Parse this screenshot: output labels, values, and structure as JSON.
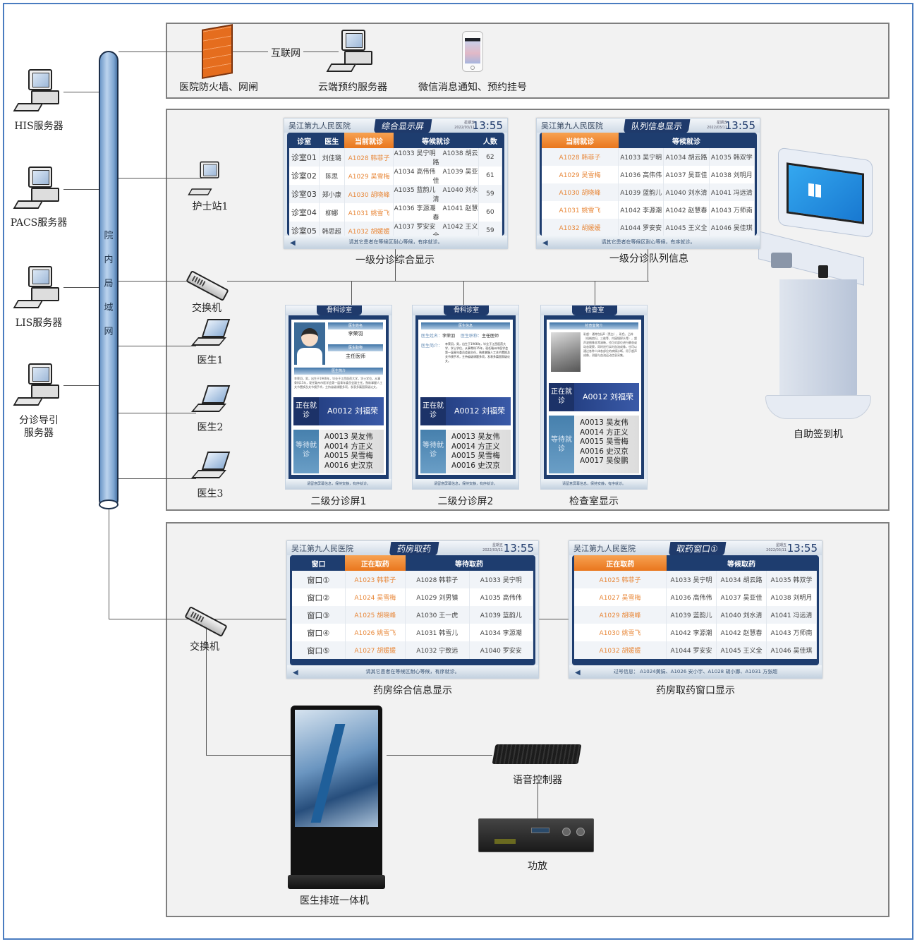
{
  "title": "医院分诊排队叫号系统拓扑图",
  "backbone": {
    "label": "院内局域网"
  },
  "left_servers": [
    {
      "label": "HIS服务器"
    },
    {
      "label": "PACS服务器"
    },
    {
      "label": "LIS服务器"
    },
    {
      "label": "分诊导引\n服务器",
      "line1": "分诊导引",
      "line2": "服务器"
    }
  ],
  "internet_zone": {
    "firewall": "医院防火墙、网闸",
    "link_label": "互联网",
    "cloud_server": "云端预约服务器",
    "wechat": "微信消息通知、预约挂号"
  },
  "outpatient_zone": {
    "nurse_station": "护士站1",
    "switch": "交换机",
    "doctors": [
      "医生1",
      "医生2",
      "医生3"
    ],
    "kiosk": "自助签到机"
  },
  "screen_common": {
    "hospital": "吴江第九人民医院",
    "weekday": "星期五",
    "date": "2022/03/11",
    "time": "13:55",
    "footer": "请其它患者在等候区耐心等候，有序就诊。"
  },
  "screen1": {
    "title": "综合显示屏",
    "caption": "一级分诊综合显示",
    "headers": [
      "诊室",
      "医生",
      "当前就诊",
      "等候就诊",
      "人数"
    ],
    "rows": [
      {
        "room": "诊室01",
        "doctor": "刘佳璐",
        "current": "A1028  韩菲子",
        "wait1": "A1033 吴宁明",
        "wait2": "A1038 胡云路",
        "count": "62"
      },
      {
        "room": "诊室02",
        "doctor": "陈思",
        "current": "A1029  吴雪梅",
        "wait1": "A1034 高伟伟",
        "wait2": "A1039 吴亚佳",
        "count": "61"
      },
      {
        "room": "诊室03",
        "doctor": "郑小康",
        "current": "A1030  胡晓峰",
        "wait1": "A1035 蓝韵儿",
        "wait2": "A1040 刘水清",
        "count": "59"
      },
      {
        "room": "诊室04",
        "doctor": "柳娜",
        "current": "A1031  姚雪飞",
        "wait1": "A1036 李源潮",
        "wait2": "A1041 赵慧春",
        "count": "60"
      },
      {
        "room": "诊室05",
        "doctor": "韩思超",
        "current": "A1032  胡媛媛",
        "wait1": "A1037 罗安安",
        "wait2": "A1042 王义全",
        "count": "59"
      }
    ]
  },
  "screen2": {
    "title": "队列信息显示",
    "caption": "一级分诊队列信息",
    "headers": [
      "当前就诊",
      "等候就诊"
    ],
    "rows": [
      {
        "current": "A1028  韩菲子",
        "waits": [
          "A1033 吴宁明",
          "A1034 胡云路",
          "A1035 韩双学"
        ]
      },
      {
        "current": "A1029  吴雪梅",
        "waits": [
          "A1036 高伟伟",
          "A1037 吴亚佳",
          "A1038 刘明月"
        ]
      },
      {
        "current": "A1030  胡晓峰",
        "waits": [
          "A1039 蓝韵儿",
          "A1040 刘水清",
          "A1041 冯远清"
        ]
      },
      {
        "current": "A1031  姚雪飞",
        "waits": [
          "A1042 李源潮",
          "A1042 赵慧春",
          "A1043 万师南"
        ]
      },
      {
        "current": "A1032  胡媛媛",
        "waits": [
          "A1044 罗安安",
          "A1045 王义全",
          "A1046 吴佳琪"
        ]
      }
    ]
  },
  "portrait_screens": [
    {
      "title": "骨科诊室",
      "caption": "二级分诊屏1",
      "name_label": "医生姓名",
      "name": "李荣羽",
      "rank_label": "医生职称",
      "rank": "主任医师",
      "intro_label": "医生简介",
      "intro": "李荣羽，男，出生于1966年，毕业于江西医药大学，学士学位，从事骨科15年，现任赣州市医学会第一届青年委员会副主任。熟练掌握人工关节置换及关节镜手术，主持省级课题多项，发表多篇国家级论文。",
      "now_label": "正在就诊",
      "now": "A0012  刘福荣",
      "wait_label": "等待就诊",
      "waits": [
        "A0013  吴友伟",
        "A0014  方正义",
        "A0015  吴雪梅",
        "A0016  史汉京"
      ],
      "footer": "请留意屏幕信息，保持安静，有序就诊。"
    },
    {
      "title": "骨科诊室",
      "caption": "二级分诊屏2",
      "info_label": "医生信息",
      "name_label": "医生姓名：",
      "name": "李荣羽",
      "rank_label": "医生职称：",
      "rank": "主任医师",
      "intro_label": "医生简介：",
      "intro": "李荣羽，男，出生于1966年，毕业于江西医药大学，学士学位，从事骨科15年，现任赣州市医学会第一届青年委员会副主任，熟练掌握人工关节置换及关节镜手术，主持省级课题多项，发表多篇国家级论文。",
      "now_label": "正在就诊",
      "now": "A0012  刘福荣",
      "wait_label": "等待就诊",
      "waits": [
        "A0013  吴友伟",
        "A0014  方正义",
        "A0015  吴雪梅",
        "A0016  史汉京"
      ],
      "footer": "请留意屏幕信息，保持安静，有序就诊。"
    },
    {
      "title": "检查室",
      "caption": "检查室显示",
      "info_label": "检查室简介",
      "intro": "彩超：通常包括B（黑白）、彩色、凸阵（机械扇扫、三维等、内窥镜探头等），超声波图像非常清晰，也可对部位进行静态或动态观察，同时进行实时血流成像，也可以通过各种人体各部位的病情诊断，用于超声成像，测量与血流运动信息采集。",
      "now_label": "正在就诊",
      "now": "A0012  刘福荣",
      "wait_label": "等待就诊",
      "waits": [
        "A0013  吴友伟",
        "A0014  方正义",
        "A0015  吴雪梅",
        "A0016  史汉京",
        "A0017  吴俊鹏"
      ],
      "footer": "请留意屏幕信息，保持安静，有序就诊。"
    }
  ],
  "pharmacy_zone": {
    "switch": "交换机",
    "doctor_kiosk": "医生排班一体机",
    "voice_controller": "语音控制器",
    "amplifier": "功放"
  },
  "screen3": {
    "title": "药房取药",
    "caption": "药房综合信息显示",
    "headers": [
      "窗口",
      "正在取药",
      "等待取药"
    ],
    "rows": [
      {
        "window": "窗口①",
        "current": "A1023  韩菲子",
        "wait1": "A1028  韩菲子",
        "wait2": "A1033  吴宁明"
      },
      {
        "window": "窗口②",
        "current": "A1024  吴雪梅",
        "wait1": "A1029  刘男镇",
        "wait2": "A1035  高伟伟"
      },
      {
        "window": "窗口③",
        "current": "A1025  胡晓峰",
        "wait1": "A1030  王一虎",
        "wait2": "A1039  蓝韵儿"
      },
      {
        "window": "窗口④",
        "current": "A1026  姚雪飞",
        "wait1": "A1031  韩雪儿",
        "wait2": "A1034  李源潮"
      },
      {
        "window": "窗口⑤",
        "current": "A1027  胡媛媛",
        "wait1": "A1032  宁致远",
        "wait2": "A1040  罗安安"
      }
    ]
  },
  "screen4": {
    "title": "取药窗口①",
    "caption": "药房取药窗口显示",
    "headers": [
      "正在取药",
      "等候取药"
    ],
    "rows": [
      {
        "current": "A1025  韩菲子",
        "waits": [
          "A1033 吴宁明",
          "A1034 胡云路",
          "A1035 韩双学"
        ]
      },
      {
        "current": "A1027  吴雪梅",
        "waits": [
          "A1036 高伟伟",
          "A1037 吴亚佳",
          "A1038 刘明月"
        ]
      },
      {
        "current": "A1029  胡晓峰",
        "waits": [
          "A1039 蓝韵儿",
          "A1040 刘水清",
          "A1041 冯远清"
        ]
      },
      {
        "current": "A1030  姚雪飞",
        "waits": [
          "A1042 李源潮",
          "A1042 赵慧春",
          "A1043 万师南"
        ]
      },
      {
        "current": "A1032  胡媛媛",
        "waits": [
          "A1044 罗安安",
          "A1045 王义全",
          "A1046 吴佳琪"
        ]
      }
    ],
    "footer": "过号信息：  A1024黄娟、A1026 安小宇、A1028 胡小娜、A1031 方张超"
  },
  "colors": {
    "accent": "#e9761d",
    "navy": "#1e3d6f",
    "pipe": "#7ea6d2",
    "zone_bg": "#f2f2f2"
  }
}
